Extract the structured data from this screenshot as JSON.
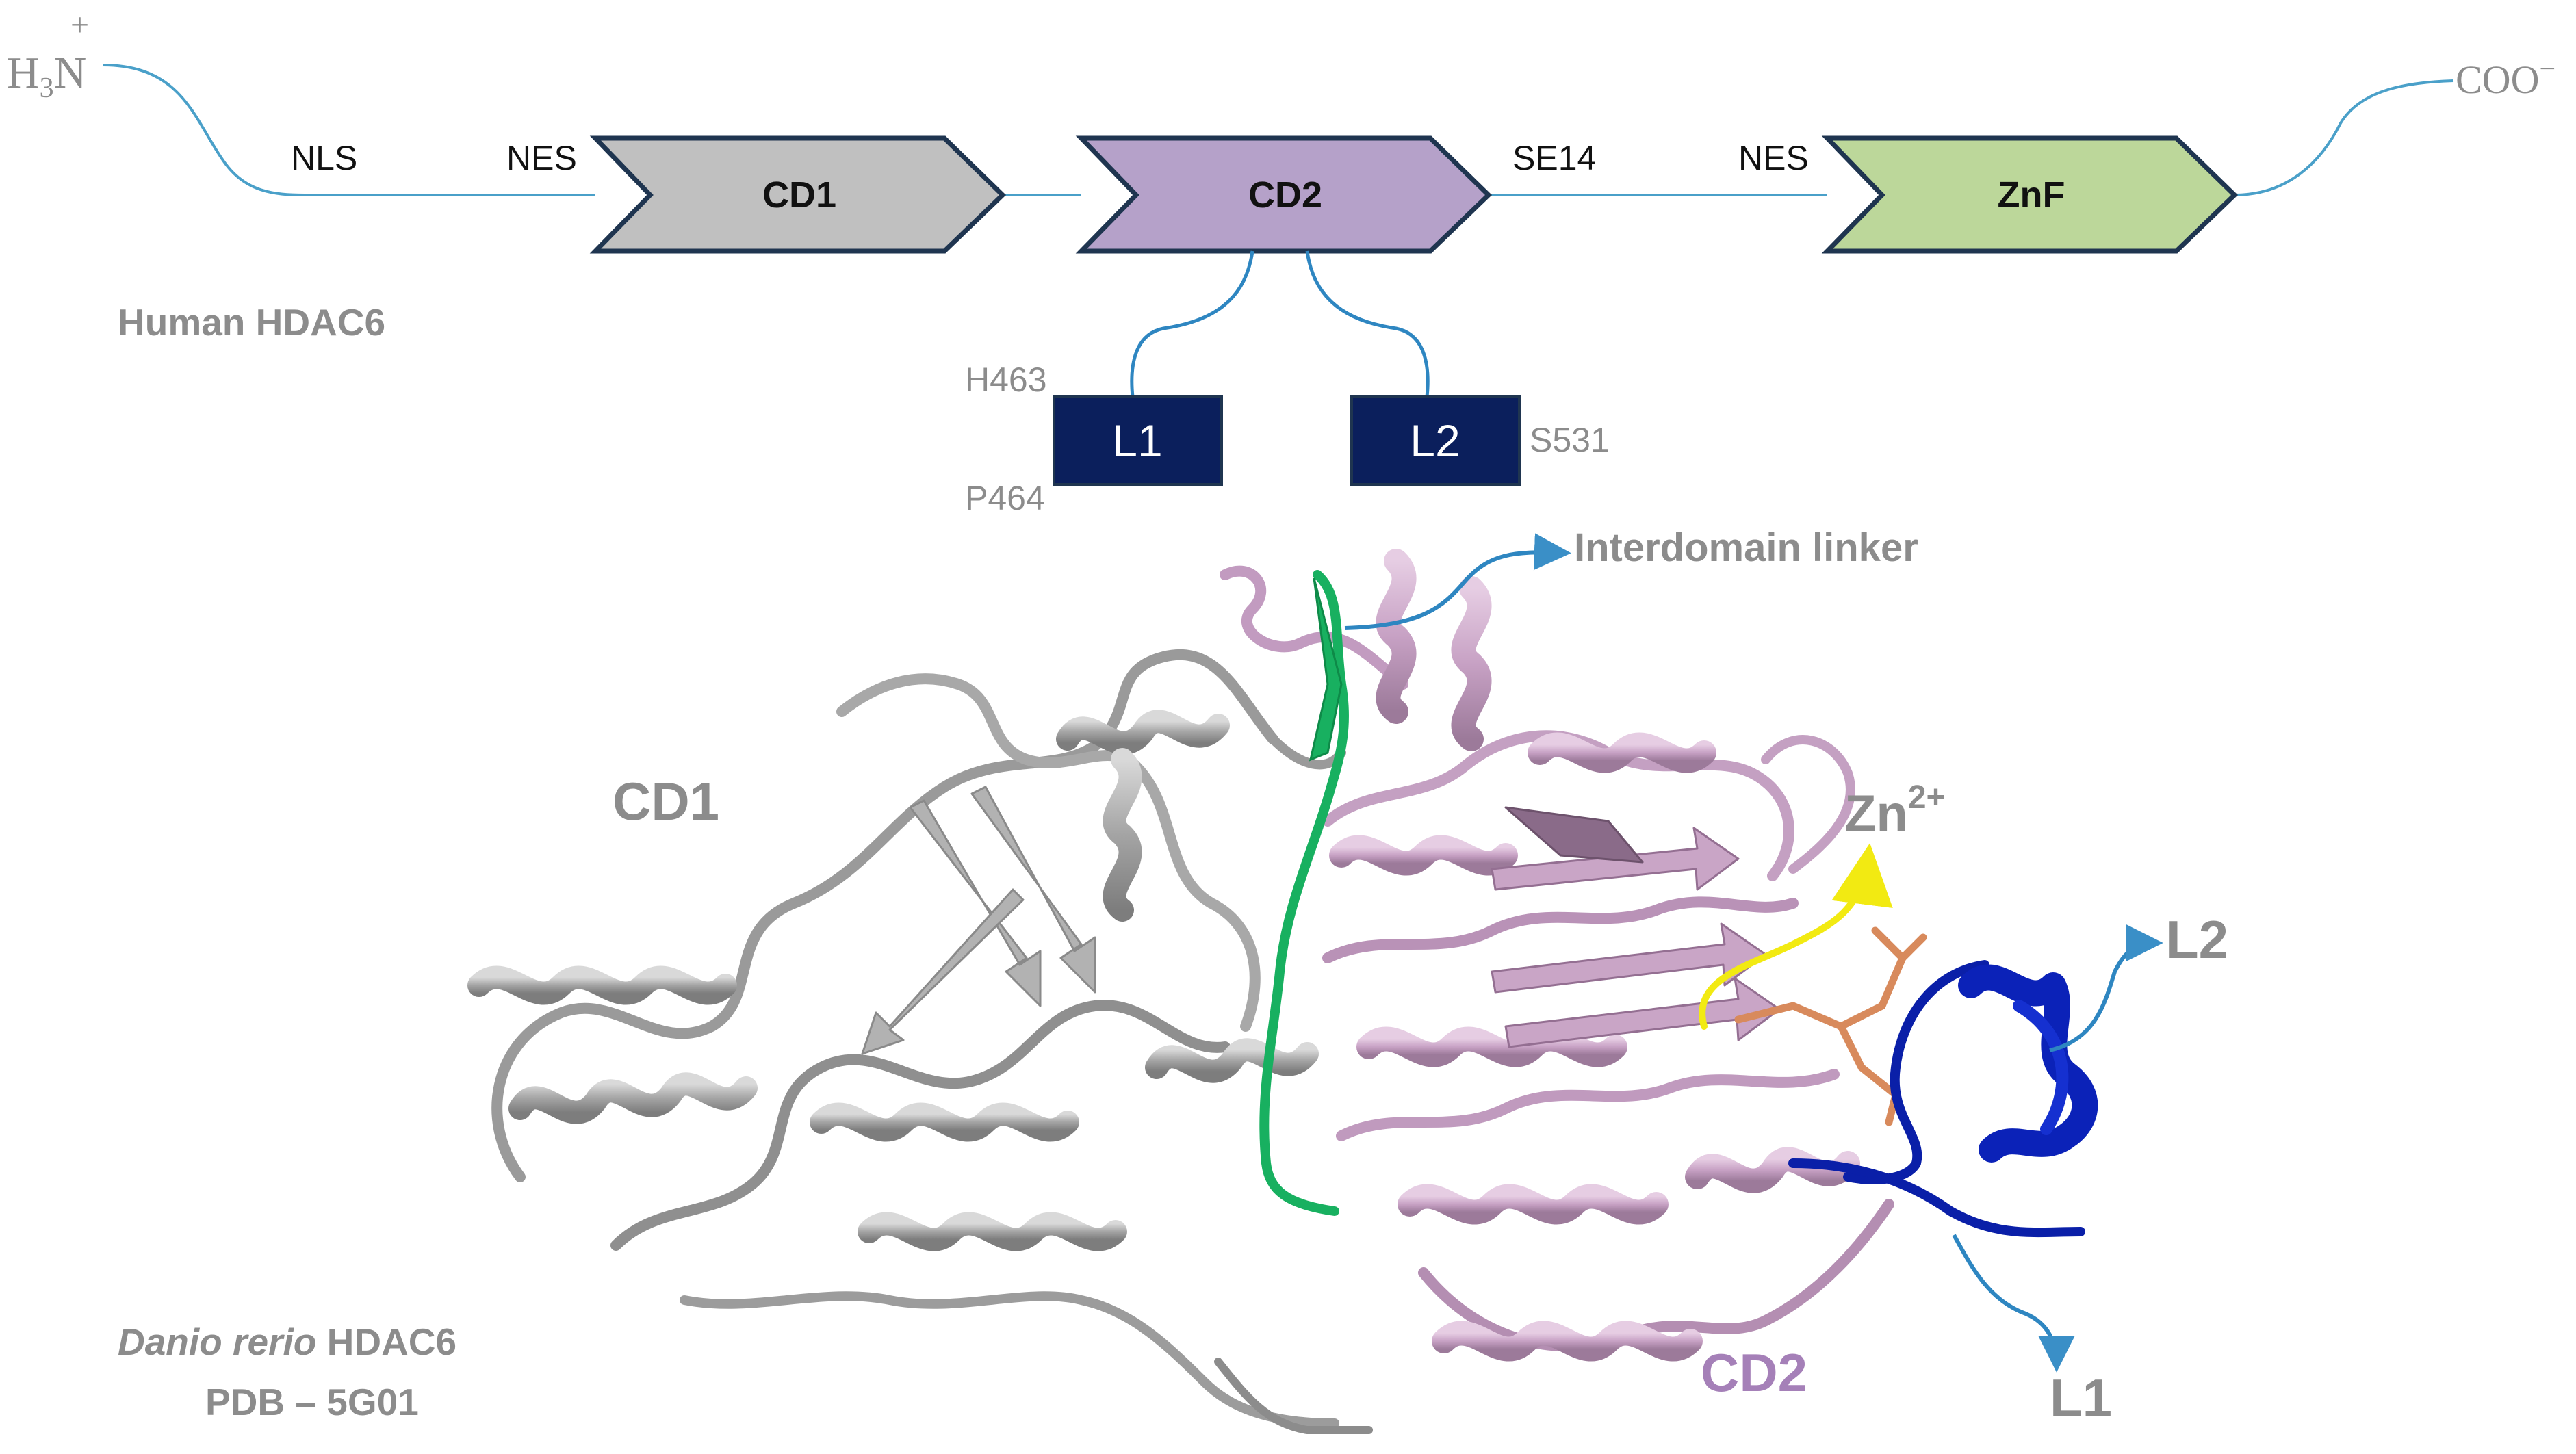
{
  "colors": {
    "cd1": "#c0c0c0",
    "cd2": "#b5a1c9",
    "znf": "#bcd79a",
    "domain_border": "#1f3550",
    "linker_line": "#4aa0c9",
    "loop_box": "#0b1f5c",
    "label_grey": "#8c8c8c",
    "cd2_label": "#a580b8",
    "protein_cd1": "#a9a9a9",
    "protein_cd2": "#c9a5c6",
    "interdomain_linker": "#18b060",
    "loop_blue": "#0a1fa8",
    "zn_marker": "#f2ea12",
    "ligand": "#d88a5c"
  },
  "schematic": {
    "n_terminus": {
      "main": "H",
      "sub": "3",
      "end": "N",
      "charge": "+"
    },
    "c_terminus": {
      "main": "COO",
      "charge": "−"
    },
    "motifs": {
      "nls": "NLS",
      "nes1": "NES",
      "se14": "SE14",
      "nes2": "NES"
    },
    "domains": {
      "cd1": "CD1",
      "cd2": "CD2",
      "znf": "ZnF"
    },
    "loops": {
      "l1": "L1",
      "l2": "L2"
    },
    "residues": {
      "h463": "H463",
      "p464": "P464",
      "s531": "S531"
    },
    "species_title": "Human HDAC6"
  },
  "structure": {
    "interdomain_label": "Interdomain linker",
    "cd1_label": "CD1",
    "cd2_label": "CD2",
    "zinc": {
      "main": "Zn",
      "sup": "2+"
    },
    "l1_label": "L1",
    "l2_label": "L2",
    "species_italic": "Danio rerio",
    "species_rest": " HDAC6",
    "pdb": "PDB – 5G01"
  }
}
